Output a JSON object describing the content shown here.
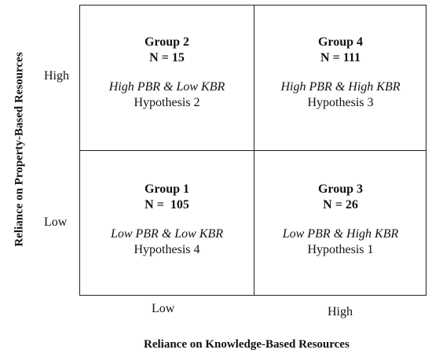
{
  "axes": {
    "y_label": "Reliance on Property-Based Resources",
    "x_label": "Reliance on Knowledge-Based Resources",
    "y_high": "High",
    "y_low": "Low",
    "x_low": "Low",
    "x_high": "High"
  },
  "cells": {
    "top_left": {
      "title": "Group 2",
      "n": "N = 15",
      "desc": "High PBR & Low KBR",
      "hypothesis": "Hypothesis 2"
    },
    "top_right": {
      "title": "Group 4",
      "n": "N = 111",
      "desc": "High PBR & High KBR",
      "hypothesis": "Hypothesis 3"
    },
    "bottom_left": {
      "title": "Group 1",
      "n": "N =  105",
      "desc": "Low PBR & Low KBR",
      "hypothesis": "Hypothesis 4"
    },
    "bottom_right": {
      "title": "Group 3",
      "n": "N = 26",
      "desc": "Low PBR & High KBR",
      "hypothesis": "Hypothesis 1"
    }
  }
}
